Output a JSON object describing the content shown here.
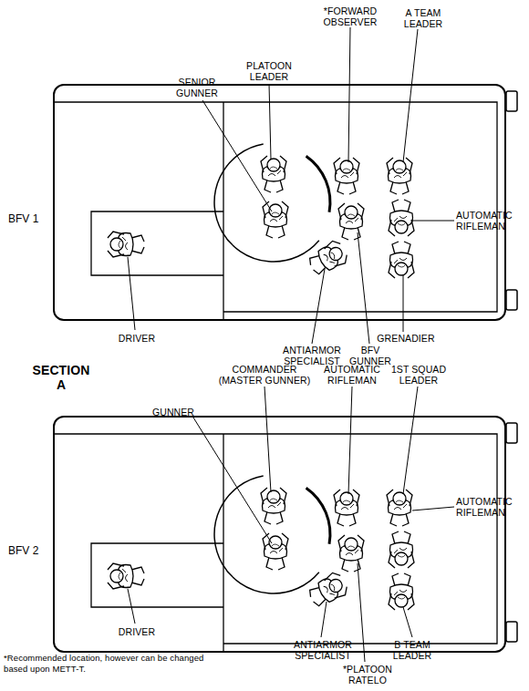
{
  "diagram": {
    "nodes": [
      {
        "text": [
          "BFV 1"
        ]
      },
      {
        "text": [
          "BFV 2"
        ]
      }
    ],
    "labels": [
      "SENIOR GUNNER",
      "PLATOON LEADER",
      "*FORWARD OBSERVER",
      "A TEAM LEADER",
      "AUTOMATIC RIFLEMAN",
      "DRIVER",
      "ANTIARMOR SPECIALIST",
      "BFV GUNNER",
      "GRENADIER",
      "SECTION A",
      "COMMANDER (MASTER GUNNER)",
      "GUNNER",
      "AUTOMATIC RIFLEMAN",
      "1ST SQUAD LEADER",
      "AUTOMATIC RIFLEMAN",
      "DRIVER",
      "ANTIARMOR SPECIALIST",
      "B TEAM LEADER",
      "*PLATOON RATELO",
      "*Recommended location, however can be changed based upon METT-T."
    ]
  }
}
